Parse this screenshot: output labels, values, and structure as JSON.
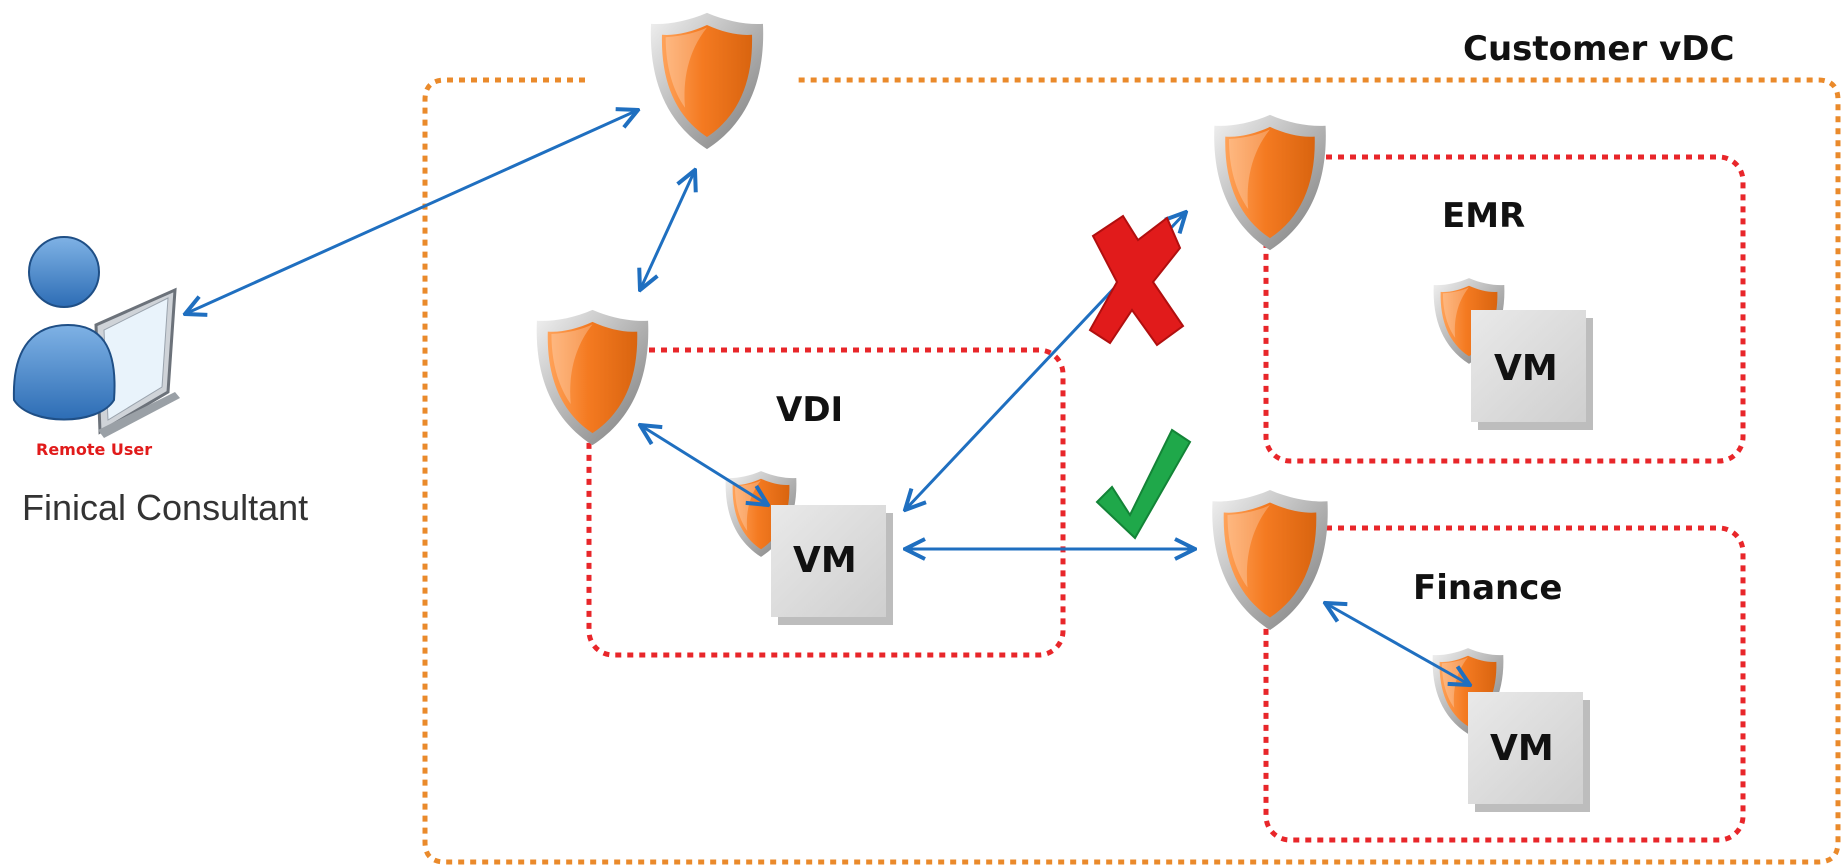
{
  "labels": {
    "customer_vdc": "Customer vDC",
    "emr": "EMR",
    "vdi": "VDI",
    "finance": "Finance",
    "remote_user": "Remote User",
    "consultant": "Finical Consultant"
  },
  "vms": [
    {
      "label": "VM"
    },
    {
      "label": "VM"
    },
    {
      "label": "VM"
    }
  ],
  "colors": {
    "outer_boundary": "#ea8a2b",
    "zone_boundary": "#e8262a",
    "connector": "#1f6fc0",
    "shield_orange": "#f47a21",
    "blocked": "#e11b1b",
    "allowed": "#1fa84a"
  },
  "icons": [
    "firewall-shield-icon",
    "vm-box-icon",
    "remote-user-icon",
    "blocked-x-icon",
    "allowed-check-icon"
  ]
}
